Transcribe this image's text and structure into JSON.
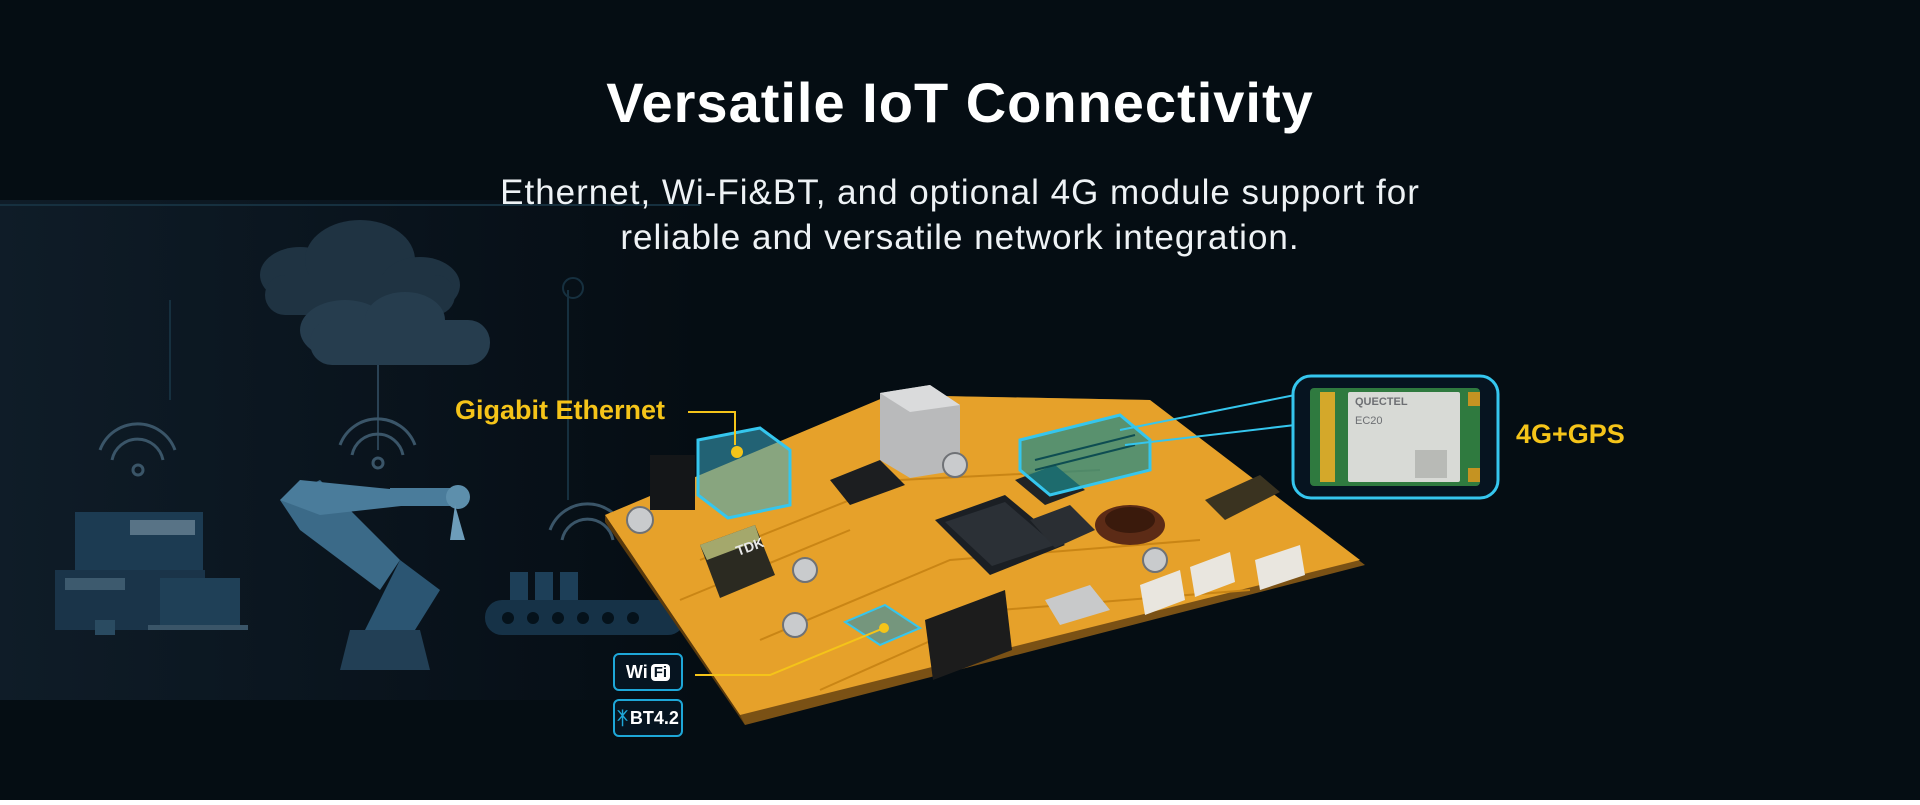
{
  "hero": {
    "title": "Versatile IoT Connectivity",
    "subtitle_line1": "Ethernet, Wi-Fi&BT, and optional 4G module support for",
    "subtitle_line2": "reliable and versatile network integration."
  },
  "callouts": {
    "ethernet_label": "Gigabit Ethernet",
    "cellular_label": "4G+GPS"
  },
  "badges": {
    "wifi_text": "Wi",
    "wifi_mark": "Fi",
    "bt_text": "BT4.2"
  },
  "module": {
    "brand": "QUECTEL",
    "model": "EC20"
  },
  "chips": {
    "transformer": "TDK"
  },
  "colors": {
    "background": "#050d13",
    "accent_yellow": "#f5c419",
    "accent_cyan": "#1ea7d8",
    "board": "#e6a12a"
  },
  "icons": {
    "wifi_badge": "wifi-icon",
    "bluetooth_badge": "bluetooth-icon"
  }
}
